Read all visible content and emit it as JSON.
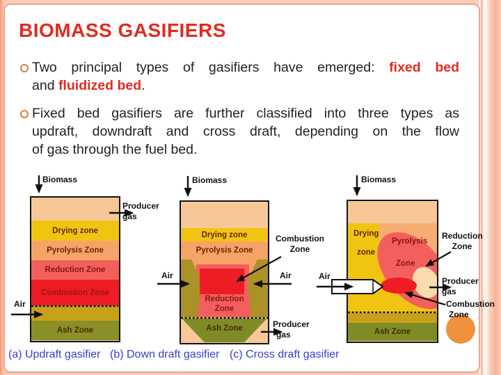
{
  "slide": {
    "title": "BIOMASS GASIFIERS",
    "bullet1": {
      "l1a": "Two principal types of gasifiers have emerged: ",
      "l1b": "fixed bed",
      "l2a": "and ",
      "l2b": "fluidized bed",
      "l2c": "."
    },
    "bullet2": {
      "l1": "Fixed bed gasifiers are further classified into three types as",
      "l2": "updraft, downdraft and cross draft, depending on the flow",
      "l3": "of gas through the fuel bed."
    }
  },
  "diagram_a": {
    "biomass": "Biomass",
    "producer_line1": "Producer",
    "producer_line2": "gas",
    "air": "Air",
    "zones": {
      "drying": "Drying zone",
      "pyrolysis": "Pyrolysis Zone",
      "reduction": "Reduction Zone",
      "combustion": "Combustion Zone",
      "ash": "Ash Zone"
    },
    "caption": "(a) Updraft gasifier"
  },
  "diagram_b": {
    "biomass": "Biomass",
    "air_left": "Air",
    "air_right": "Air",
    "combustion_line1": "Combustion",
    "combustion_line2": "Zone",
    "producer_line1": "Producer",
    "producer_line2": "gas",
    "zones": {
      "drying": "Drying zone",
      "pyrolysis": "Pyrolysis Zone",
      "reduction_line1": "Reduction",
      "reduction_line2": "Zone",
      "ash": "Ash Zone"
    },
    "caption": "(b) Down draft gasifier"
  },
  "diagram_c": {
    "biomass": "Biomass",
    "air": "Air",
    "reduction_line1": "Reduction",
    "reduction_line2": "Zone",
    "producer_line1": "Producer",
    "producer_line2": "gas",
    "combustion_line1": "Combustion",
    "combustion_line2": "Zone",
    "zones": {
      "drying_line1": "Drying",
      "drying_line2": "zone",
      "pyrolysis_line1": "Pyrolysis",
      "pyrolysis_line2": "Zone",
      "ash": "Ash Zone"
    },
    "caption": "(c) Cross draft gasifier"
  },
  "colors": {
    "title_red": "#e02b21",
    "highlight_red": "#e02b21",
    "caption_blue": "#3c3bd1",
    "frame_salmon": "#f9cdb8",
    "zone_top_peach": "#f7c897",
    "zone_drying_yellow": "#f2c412",
    "zone_pyrolysis_orange": "#f6a368",
    "zone_reduction_salmon": "#f2605c",
    "zone_combustion_red": "#ee1c24",
    "zone_grate_mustard": "#c8a11c",
    "zone_ash_olive": "#8a8f28",
    "wedge_olive": "#ab9226",
    "ash_triangle_olive": "#7f8c26",
    "orange_circle": "#ef913d"
  }
}
